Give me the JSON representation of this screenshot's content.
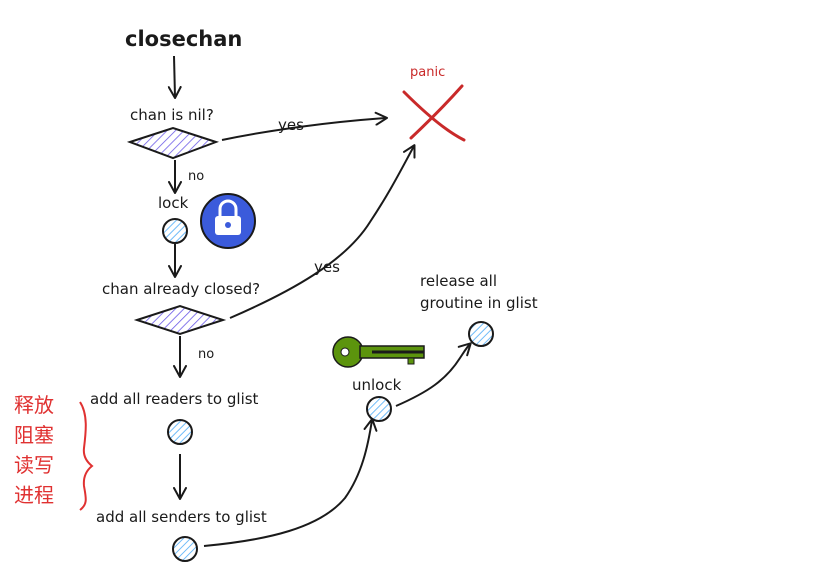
{
  "diagram": {
    "title": "closechan",
    "decisions": {
      "is_nil": "chan is nil?",
      "already_closed": "chan already closed?"
    },
    "steps": {
      "lock": "lock",
      "add_readers": "add all readers to glist",
      "add_senders": "add all senders to glist",
      "unlock": "unlock",
      "release_line1": "release all",
      "release_line2": "groutine in glist"
    },
    "edges": {
      "yes_1": "yes",
      "no_1": "no",
      "yes_2": "yes",
      "no_2": "no"
    },
    "panic": "panic",
    "side_note": [
      "释放",
      "阻塞",
      "读写",
      "进程"
    ],
    "icons": {
      "lock": "padlock-icon",
      "key": "key-icon",
      "cross": "cross-mark-icon"
    },
    "colors": {
      "stroke": "#1a1a1a",
      "hatch": "#6c5ce7",
      "node_fill": "#4dabf7",
      "panic": "#c92a2a",
      "lock_bg": "#3b5bdb",
      "key": "#5c940d",
      "side_note": "#e03131"
    }
  }
}
